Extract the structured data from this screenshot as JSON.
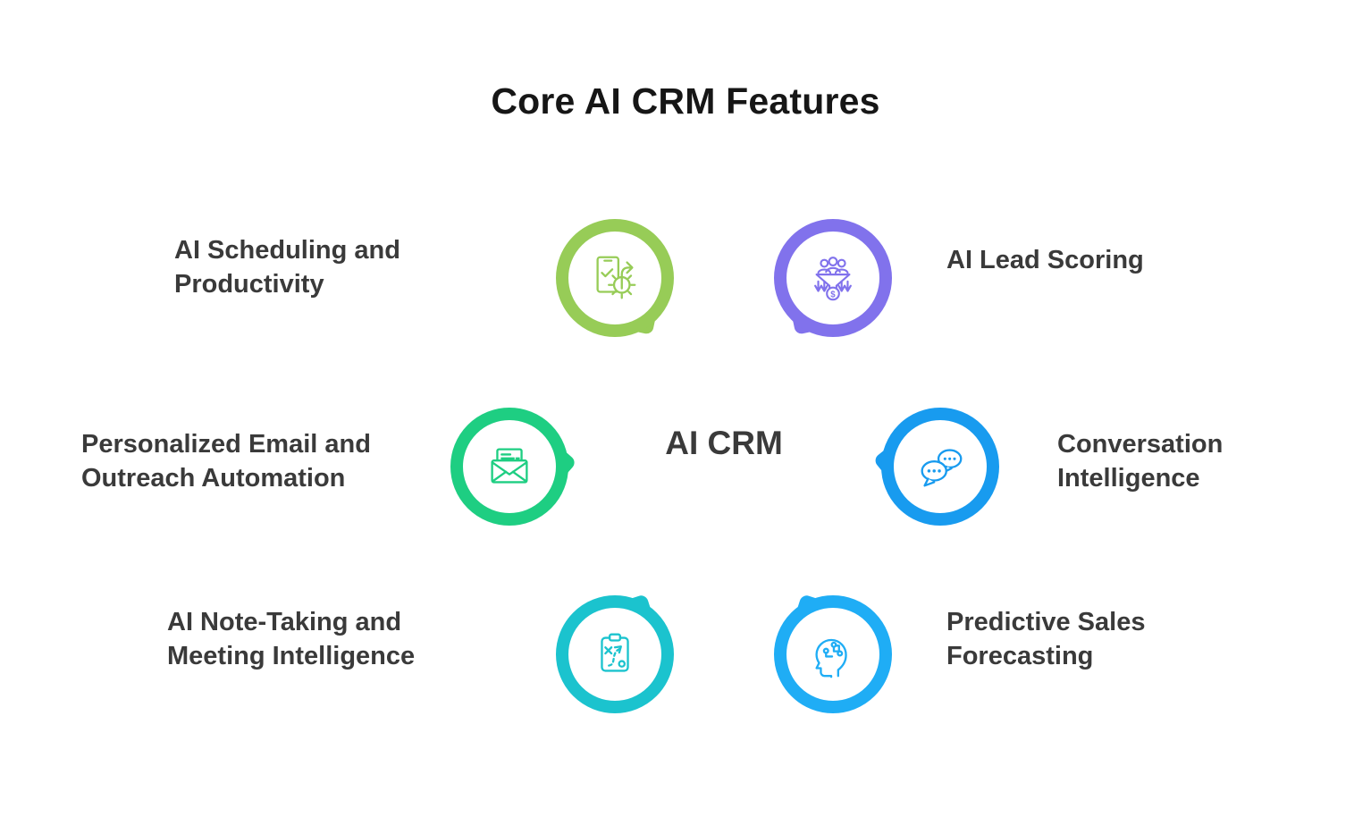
{
  "title": "Core AI CRM Features",
  "center": {
    "label": "AI CRM"
  },
  "nodes": [
    {
      "label": "AI Scheduling and Productivity",
      "lines": [
        "AI Scheduling and",
        "Productivity"
      ],
      "color": "#97cc57",
      "icon": "phone-check-gear-arrow-icon",
      "position": "top-left"
    },
    {
      "label": "AI Lead Scoring",
      "lines": [
        "AI Lead Scoring"
      ],
      "color": "#8172ec",
      "icon": "lead-funnel-dollar-icon",
      "position": "top-right"
    },
    {
      "label": "Personalized Email and Outreach Automation",
      "lines": [
        "Personalized Email and",
        "Outreach Automation"
      ],
      "color": "#1ece82",
      "icon": "open-envelope-icon",
      "position": "middle-left"
    },
    {
      "label": "Conversation Intelligence",
      "lines": [
        "Conversation",
        "Intelligence"
      ],
      "color": "#189bef",
      "icon": "chat-bubbles-icon",
      "position": "middle-right"
    },
    {
      "label": "AI Note-Taking and Meeting Intelligence",
      "lines": [
        "AI Note-Taking and",
        "Meeting Intelligence"
      ],
      "color": "#1bc3ce",
      "icon": "clipboard-strategy-icon",
      "position": "bottom-left"
    },
    {
      "label": "Predictive Sales Forecasting",
      "lines": [
        "Predictive Sales",
        "Forecasting"
      ],
      "color": "#1fadf5",
      "icon": "head-circuit-icon",
      "position": "bottom-right"
    }
  ]
}
